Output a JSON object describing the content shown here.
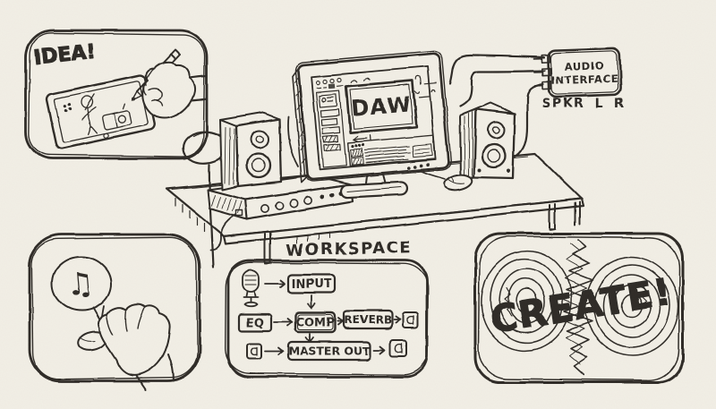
{
  "scene": {
    "description": "Hand-drawn sketch of a music production workflow",
    "paper_color": "#f2efe6",
    "ink_color": "#2d2a26"
  },
  "idea_panel": {
    "label": "IDEA!",
    "icons": [
      "tablet-icon",
      "pencil-icon",
      "drawing-hand-icon"
    ]
  },
  "workspace": {
    "caption": "WORKSPACE",
    "monitor": {
      "daw_label": "DAW"
    },
    "audio_interface": {
      "line1": "AUDIO",
      "line2": "INTERFACE",
      "ports_caption": "SPKR L R"
    },
    "desk_items": [
      "left-studio-speaker",
      "computer-monitor",
      "right-studio-speaker",
      "amp-unit",
      "mouse"
    ]
  },
  "signal_flow": {
    "nodes": {
      "input": "INPUT",
      "eq": "EQ",
      "comp": "COMP",
      "reverb": "REVERB",
      "master_out": "MASTER OUT"
    },
    "connections": [
      "mic → INPUT",
      "INPUT ↓ COMP",
      "EQ → COMP",
      "COMP → REVERB",
      "REVERB → speaker",
      "COMP ↓ MASTER OUT",
      "speaker → MASTER OUT",
      "MASTER OUT → speaker"
    ]
  },
  "listen_panel": {
    "music_note_glyph": "♫"
  },
  "create_panel": {
    "label": "CREATE!"
  }
}
